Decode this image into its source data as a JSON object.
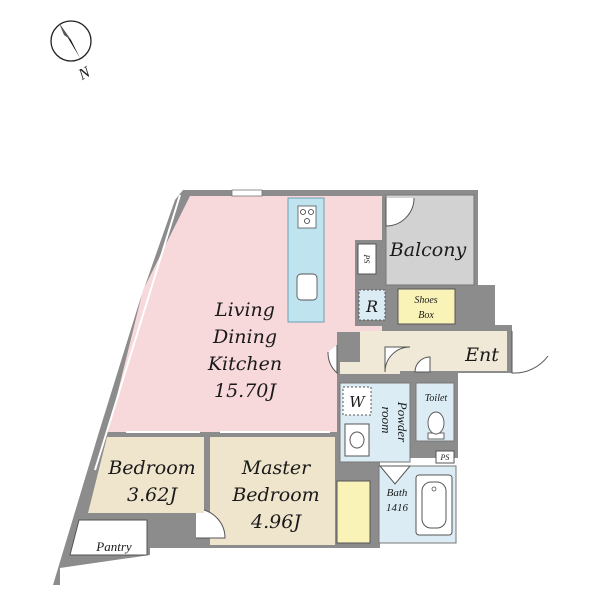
{
  "compass": {
    "label": "N",
    "icon": "north-arrow-compass-icon"
  },
  "rooms": {
    "balcony": {
      "label": "Balcony"
    },
    "ps_upper": {
      "label": "PS"
    },
    "ps_lower": {
      "label": "PS"
    },
    "refrigerator": {
      "label": "R"
    },
    "shoes_box": {
      "line1": "Shoes",
      "line2": "Box"
    },
    "entrance": {
      "label": "Ent"
    },
    "ldk": {
      "line1": "Living",
      "line2": "Dining",
      "line3": "Kitchen",
      "line4": "15.70J"
    },
    "washer": {
      "label": "W"
    },
    "powder_room": {
      "line1": "Powder",
      "line2": "room"
    },
    "toilet": {
      "label": "Toilet"
    },
    "bedroom": {
      "line1": "Bedroom",
      "line2": "3.62J"
    },
    "master_bedroom": {
      "line1": "Master",
      "line2": "Bedroom",
      "line3": "4.96J"
    },
    "bath": {
      "line1": "Bath",
      "line2": "1416"
    },
    "pantry": {
      "label": "Pantry"
    }
  },
  "colors": {
    "ldk_floor": "#f7d8db",
    "bedroom_floor": "#efe4cc",
    "wet_area_floor": "#dcecf4",
    "entrance_floor": "#f0e9d8",
    "shoes_box_fill": "#faf3b8",
    "balcony_floor": "#d2d2d2",
    "wall": "#8c8c8c",
    "counter": "#bfe3ef"
  }
}
